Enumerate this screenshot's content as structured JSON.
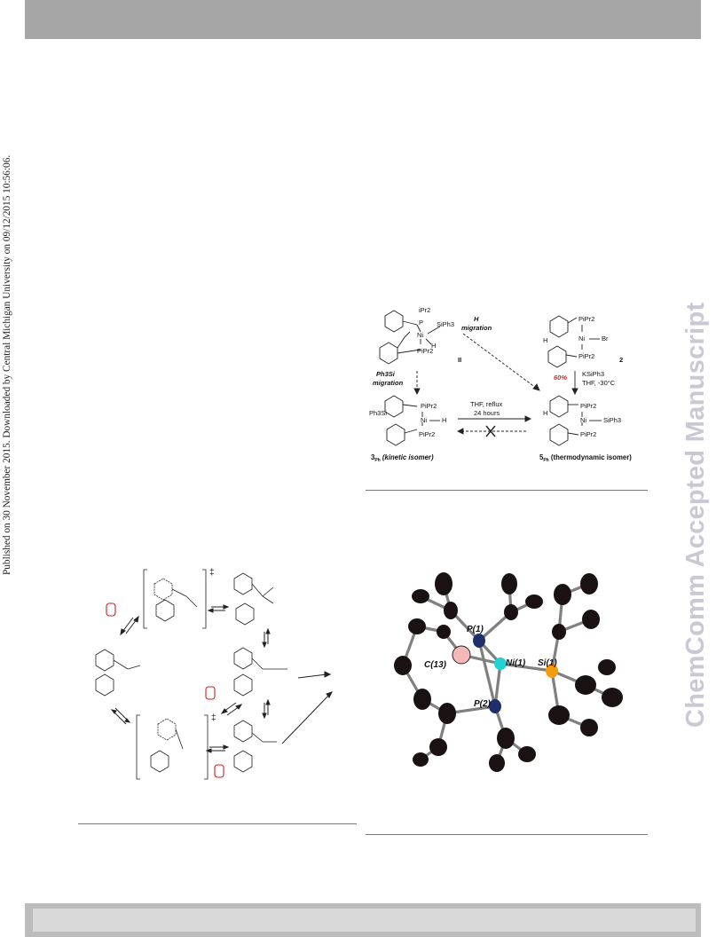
{
  "side_note": "Published on 30 November 2015. Downloaded by Central Michigan University on 09/12/2015 10:56:06.",
  "watermark": "ChemComm Accepted Manuscript",
  "scheme": {
    "ipr2_top": "iPr2",
    "p_top": "P",
    "siph3_top": "SiPh3",
    "ni_top": "Ni",
    "h_top": "H",
    "pipr2_topleft": "PiPr2",
    "label_II": "II",
    "h_migration_1": "H",
    "h_migration_2": "migration",
    "ph3si_migration_1": "Ph3Si",
    "ph3si_migration_2": "migration",
    "tr_pipr2_a": "PiPr2",
    "tr_h": "H",
    "tr_ni": "Ni",
    "tr_br": "Br",
    "tr_pipr2_b": "PiPr2",
    "label_2": "2",
    "yield": "60%",
    "reagent": "KSiPh3",
    "conditions": "THF, -30°C",
    "bl_pipr2_a": "PiPr2",
    "bl_ph3si": "Ph3Si",
    "bl_ni": "Ni",
    "bl_h": "H",
    "bl_pipr2_b": "PiPr2",
    "arrow_top": "THF, reflux",
    "arrow_bottom": "24 hours",
    "br_pipr2_a": "PiPr2",
    "br_h": "H",
    "br_ni": "Ni",
    "br_siph3": "SiPh3",
    "br_pipr2_b": "PiPr2",
    "caption_left_num": "3",
    "caption_left_sub": "Ph",
    "caption_left_text": "(kinetic isomer)",
    "caption_right_num": "5",
    "caption_right_sub": "Ph",
    "caption_right_text": "(thermodynamic isomer)"
  },
  "crystal": {
    "p1": "P(1)",
    "c13": "C(13)",
    "ni1": "Ni(1)",
    "si1": "Si(1)",
    "p2": "P(2)"
  },
  "cycle": {
    "dagger_top": "‡",
    "dagger_bottom": "‡"
  },
  "colors": {
    "yield_red": "#e02020",
    "ni_cyan": "#22d3d3",
    "si_orange": "#f39c12",
    "p_navy": "#1f2f6b",
    "c13_pink": "#f4b8b8",
    "marker_red": "#d02020"
  }
}
